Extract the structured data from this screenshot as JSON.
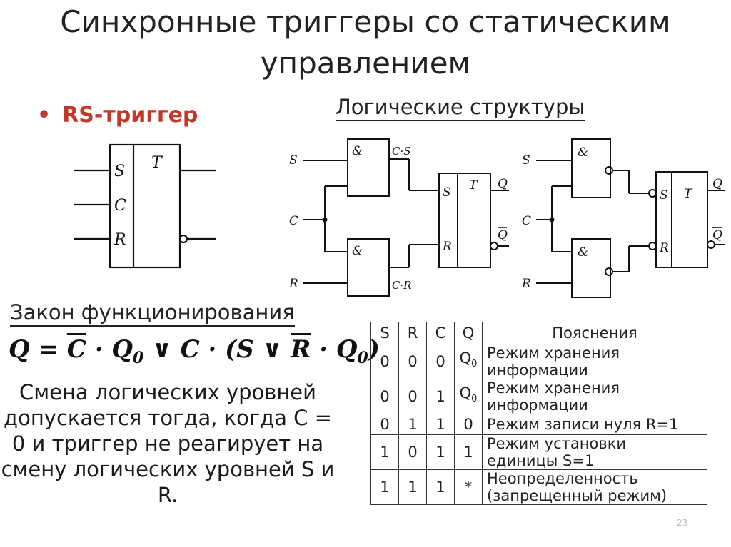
{
  "slide": {
    "title_line1": "Синхронные триггеры со статическим",
    "title_line2": "управлением",
    "bullet": "RS-триггер",
    "structures_title": "Логические структуры",
    "law_title": "Закон функционирования",
    "formula": {
      "q": "Q",
      "eq": " = ",
      "c_bar": "C",
      "dot1": " · ",
      "q0_a": "Q",
      "sub0": "0",
      "or1": " ∨ ",
      "c": "C",
      "dot2": " · (",
      "s": "S",
      "or2": " ∨ ",
      "r_bar": "R",
      "dot3": " · ",
      "q0_b": "Q",
      "sub0b": "0",
      "close": ")"
    },
    "paragraph": "Смена логических уровней допускается тогда, когда С = 0 и триггер не реагирует на смену логических уровней S и R.",
    "page_number": "23"
  },
  "symbol": {
    "in_s": "S",
    "in_c": "C",
    "in_r": "R",
    "type": "T"
  },
  "struct1": {
    "s": "S",
    "c": "C",
    "r": "R",
    "and": "&",
    "cs": "C·S",
    "cr": "C·R",
    "ts": "S",
    "tr": "R",
    "tt": "T",
    "q": "Q",
    "qbar": "Q"
  },
  "struct2": {
    "s": "S",
    "c": "C",
    "r": "R",
    "and": "&",
    "ts": "S",
    "tr": "R",
    "tt": "T",
    "q": "Q",
    "qbar": "Q"
  },
  "table": {
    "headers": [
      "S",
      "R",
      "C",
      "Q",
      "Пояснения"
    ],
    "rows": [
      {
        "s": "0",
        "r": "0",
        "c": "0",
        "q": "Q",
        "qsub": "0",
        "exp1": "Режим хранения",
        "exp2": "информации"
      },
      {
        "s": "0",
        "r": "0",
        "c": "1",
        "q": "Q",
        "qsub": "0",
        "exp1": "Режим хранения",
        "exp2": "информации"
      },
      {
        "s": "0",
        "r": "1",
        "c": "1",
        "q": "0",
        "qsub": "",
        "exp1": "Режим записи нуля R=1",
        "exp2": ""
      },
      {
        "s": "1",
        "r": "0",
        "c": "1",
        "q": "1",
        "qsub": "",
        "exp1": "Режим установки",
        "exp2": "единицы S=1"
      },
      {
        "s": "1",
        "r": "1",
        "c": "1",
        "q": "*",
        "qsub": "",
        "exp1": "Неопределенность",
        "exp2": "(запрещенный режим)"
      }
    ]
  },
  "colors": {
    "accent": "#c0392b",
    "ink": "#1a1a1a"
  }
}
